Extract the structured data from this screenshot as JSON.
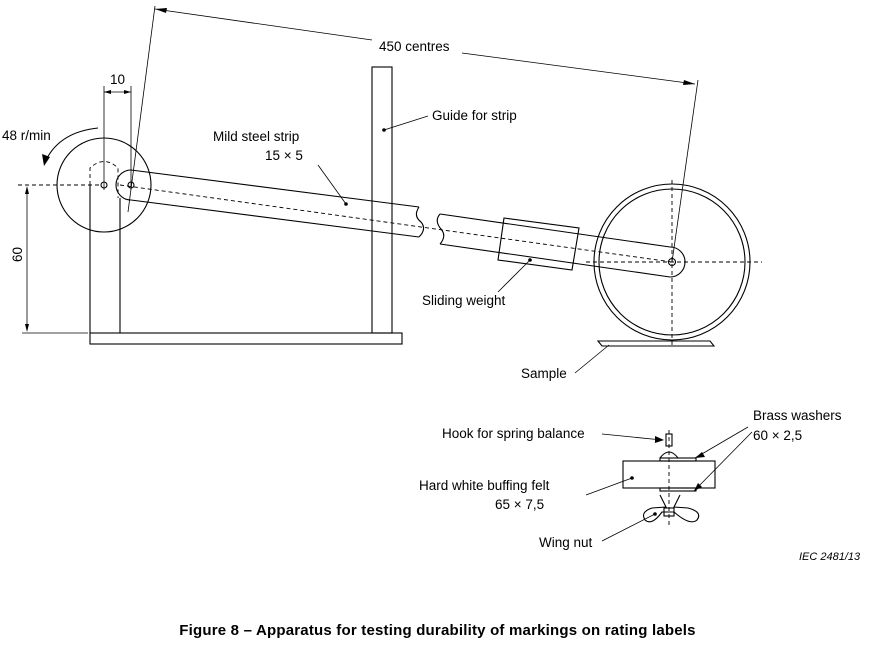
{
  "figure": {
    "caption": "Figure 8 – Apparatus for testing durability of markings on rating labels",
    "reference": "IEC   2481/13"
  },
  "labels": {
    "centres": "450 centres",
    "offset": "10",
    "speed": "48 r/min",
    "height": "60",
    "strip_line1": "Mild steel strip",
    "strip_line2": "15 × 5",
    "guide": "Guide for strip",
    "weight": "Sliding weight",
    "sample": "Sample"
  },
  "detail": {
    "brass_line1": "Brass washers",
    "brass_line2": "60 × 2,5",
    "hook": "Hook for spring balance",
    "felt_line1": "Hard white buffing felt",
    "felt_line2": "65 × 7,5",
    "wingnut": "Wing nut"
  }
}
